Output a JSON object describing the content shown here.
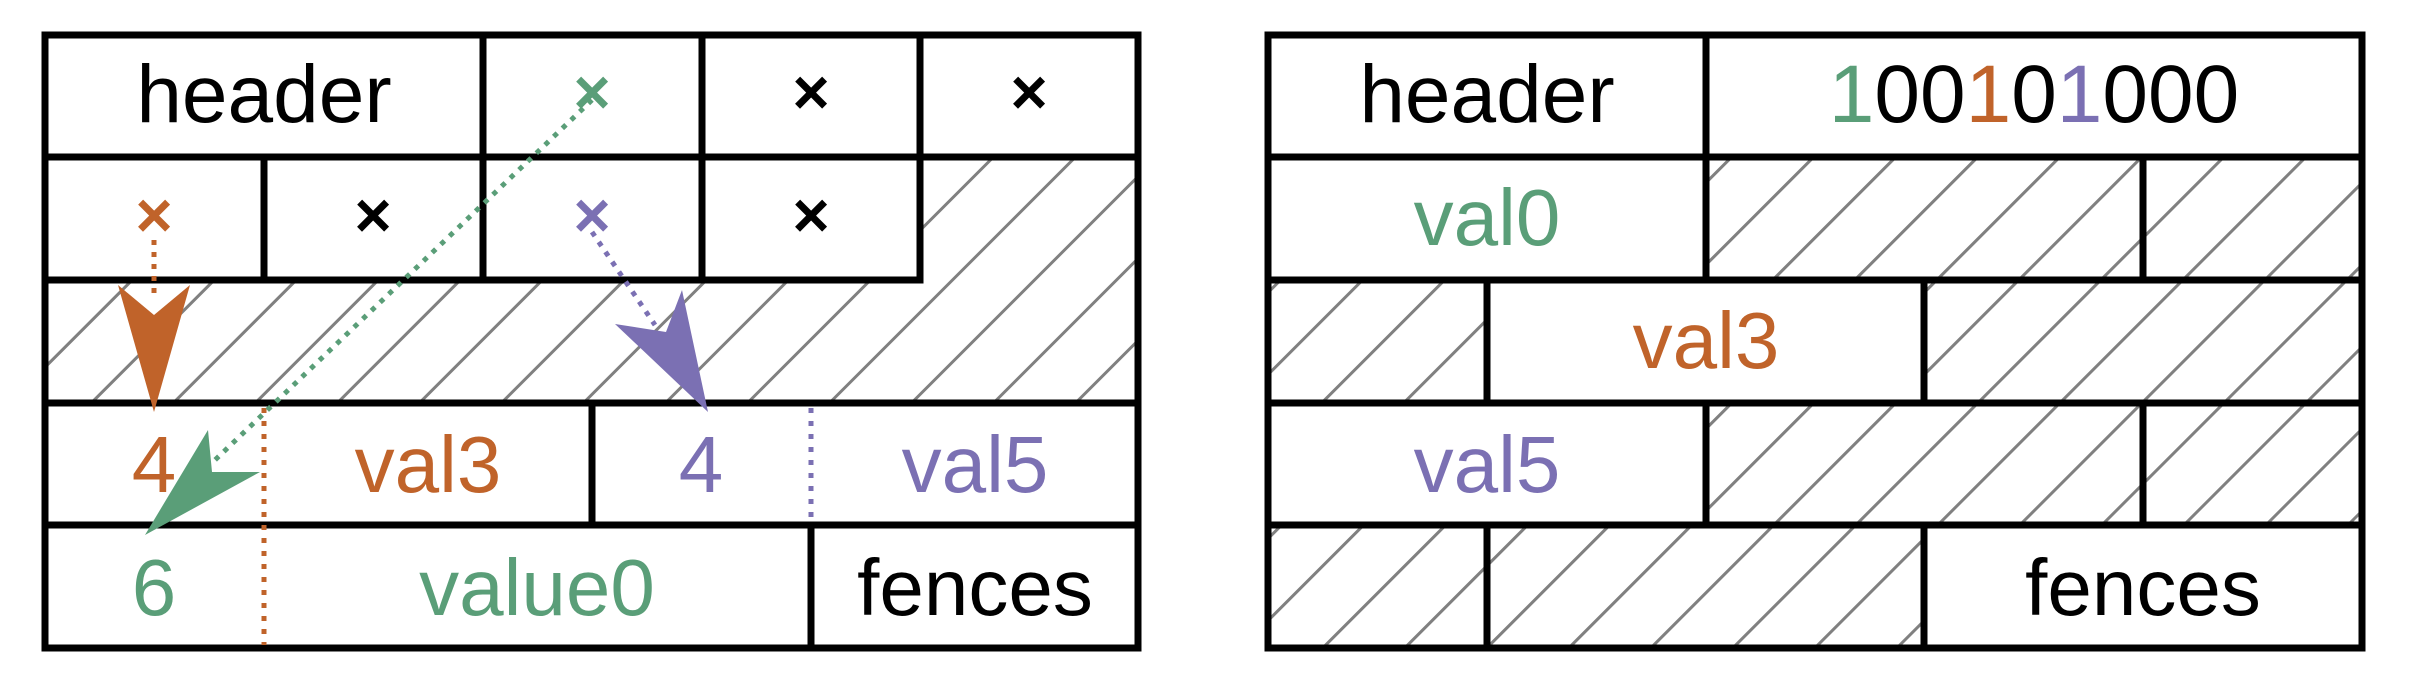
{
  "colors": {
    "green": "#5a9e78",
    "orange": "#c0632a",
    "purple": "#7b70b3",
    "black": "#000000",
    "hatch": "#808080"
  },
  "left": {
    "header": "header",
    "row4": {
      "len_val3": "4",
      "val3": "val3",
      "len_val5": "4",
      "val5": "val5"
    },
    "row5": {
      "len_value0": "6",
      "value0": "value0",
      "fences": "fences"
    },
    "marks": {
      "row1": [
        "×",
        "×",
        "×"
      ],
      "row2": [
        "×",
        "×",
        "×",
        "×"
      ]
    }
  },
  "right": {
    "header": "header",
    "bitmap": [
      {
        "bit": "1",
        "color": "green"
      },
      {
        "bit": "0",
        "color": "black"
      },
      {
        "bit": "0",
        "color": "black"
      },
      {
        "bit": "1",
        "color": "orange"
      },
      {
        "bit": "0",
        "color": "black"
      },
      {
        "bit": "1",
        "color": "purple"
      },
      {
        "bit": "0",
        "color": "black"
      },
      {
        "bit": "0",
        "color": "black"
      },
      {
        "bit": "0",
        "color": "black"
      }
    ],
    "val0": "val0",
    "val3": "val3",
    "val5": "val5",
    "fences": "fences"
  }
}
